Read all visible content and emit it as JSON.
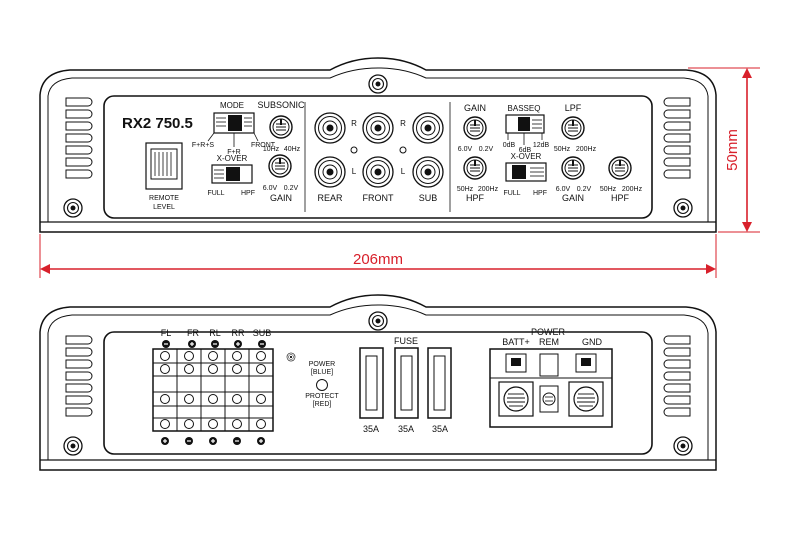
{
  "top_panel": {
    "model": "RX2  750.5",
    "mode": {
      "title": "MODE",
      "opt_frs": "F+R+S",
      "opt_fr": "F+R",
      "opt_front": "FRONT"
    },
    "xover1": {
      "title": "X-OVER",
      "left": "FULL",
      "right": "HPF"
    },
    "remote": {
      "line1": "REMOTE",
      "line2": "LEVEL"
    },
    "subsonic": {
      "title": "SUBSONIC",
      "min": "10Hz",
      "max": "40Hz"
    },
    "gain1": {
      "title": "GAIN",
      "min": "6.0V",
      "max": "0.2V"
    },
    "rca": {
      "r": "R",
      "l": "L",
      "rear": "REAR",
      "front": "FRONT",
      "sub": "SUB"
    },
    "gain2": {
      "title": "GAIN",
      "min": "6.0V",
      "max": "0.2V"
    },
    "hpf1": {
      "title": "HPF",
      "min": "50Hz",
      "max": "200Hz"
    },
    "basseq": {
      "title": "BASSEQ",
      "v0": "0dB",
      "v6": "6dB",
      "v12": "12dB"
    },
    "xover2": {
      "title": "X-OVER",
      "left": "FULL",
      "right": "HPF"
    },
    "lpf": {
      "title": "LPF",
      "min": "50Hz",
      "max": "200Hz"
    },
    "gain3": {
      "title": "GAIN",
      "min": "6.0V",
      "max": "0.2V"
    },
    "hpf2": {
      "title": "HPF",
      "min": "50Hz",
      "max": "200Hz"
    }
  },
  "dimensions": {
    "width": "206mm",
    "height": "50mm"
  },
  "bottom_panel": {
    "channels": [
      "FL",
      "FR",
      "RL",
      "RR",
      "SUB"
    ],
    "power": {
      "line1": "POWER",
      "line2": "[BLUE]"
    },
    "protect": {
      "line1": "PROTECT",
      "line2": "[RED]"
    },
    "fuse": {
      "title": "FUSE",
      "ratings": [
        "35A",
        "35A",
        "35A"
      ]
    },
    "terminals": {
      "power": "POWER",
      "batt": "BATT+",
      "rem": "REM",
      "gnd": "GND"
    }
  },
  "colors": {
    "line": "#111111",
    "dimension": "#d8202b"
  }
}
